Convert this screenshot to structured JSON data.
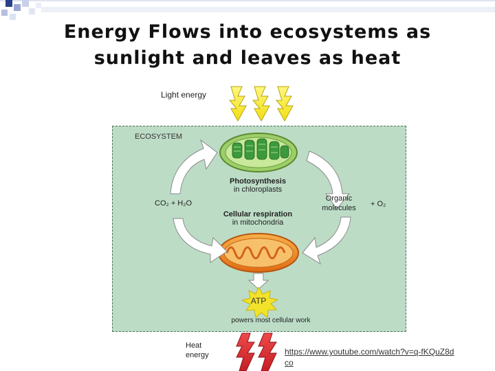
{
  "title": "Energy Flows into ecosystems as sunlight and leaves as heat",
  "labels": {
    "light_energy": "Light energy",
    "ecosystem": "ECOSYSTEM",
    "photosynthesis": "Photosynthesis",
    "in_chloroplasts": "in chloroplasts",
    "cellular_respiration": "Cellular respiration",
    "in_mitochondria": "in mitochondria",
    "co2_h2o": "CO₂ + H₂O",
    "organic_molecules": "Organic molecules",
    "o2": "+ O₂",
    "atp": "ATP",
    "powers": "powers most cellular work",
    "heat_energy": "Heat energy"
  },
  "link": "https://www.youtube.com/watch?v=q-fKQuZ8dco",
  "colors": {
    "ecosystem_bg": "#bcdcc6",
    "light_arrow": "#f6e618",
    "heat_arrow": "#d8262c",
    "atp_burst": "#f2e22a",
    "mitochondria": "#f08a20",
    "chloroplast": "#3c9a3c"
  }
}
